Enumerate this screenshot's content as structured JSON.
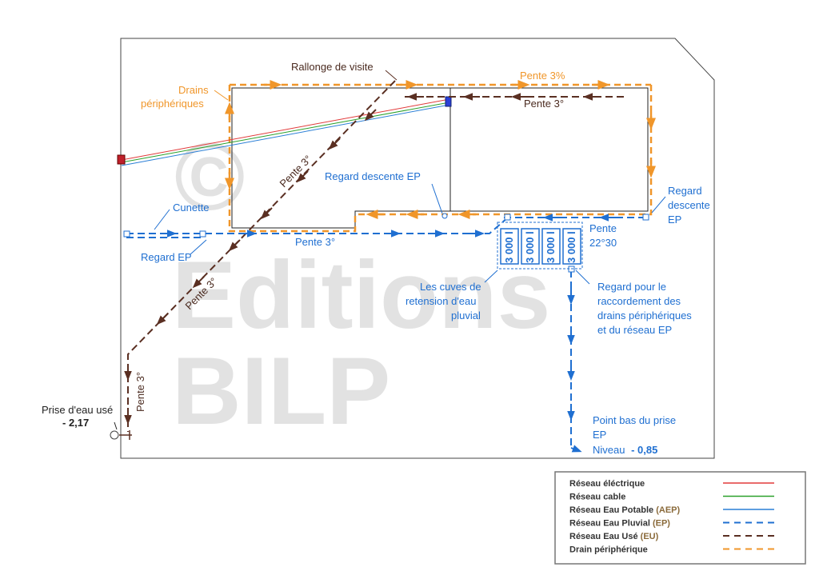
{
  "colors": {
    "electric": "#e23a3a",
    "cable": "#2aa02a",
    "potable": "#2a7fd6",
    "pluvial": "#1f6fd1",
    "used": "#5a2f22",
    "drain": "#f0962a"
  },
  "watermark": {
    "line1": "Editions",
    "line2": "BILP",
    "copyright": "©"
  },
  "labels": {
    "rallonge": "Rallonge de visite",
    "drains_1": "Drains",
    "drains_2": "périphériques",
    "pente3pct": "Pente 3%",
    "pente3deg_top": "Pente 3°",
    "pente3deg_diag1": "Pente 3°",
    "pente3deg_diag2": "Pente 3°",
    "pente3deg_vert": "Pente 3°",
    "pente3deg_ep": "Pente 3°",
    "regard_desc_ep_mid": "Regard descente EP",
    "regard_desc_right_1": "Regard",
    "regard_desc_right_2": "descente",
    "regard_desc_right_3": "EP",
    "cunette": "Cunette",
    "regard_ep": "Regard EP",
    "pente2230_1": "Pente",
    "pente2230_2": "22°30",
    "cuves_1": "Les cuves de",
    "cuves_2": "retension d'eau",
    "cuves_3": "pluvial",
    "regard_racc_1": "Regard pour le",
    "regard_racc_2": "raccordement des",
    "regard_racc_3": "drains périphériques",
    "regard_racc_4": "et du réseau EP",
    "point_bas_1": "Point bas du prise",
    "point_bas_2": "EP",
    "niveau_label": "Niveau",
    "niveau_value": "- 0,85",
    "prise_label": "Prise  d'eau usé",
    "prise_value": "- 2,17",
    "tank_label": "3 000 l"
  },
  "legend": {
    "items": [
      {
        "text": "Réseau éléctrique",
        "sub": "",
        "style": "electric"
      },
      {
        "text": "Réseau cable",
        "sub": "",
        "style": "cable"
      },
      {
        "text": "Réseau Eau Potable ",
        "sub": "(AEP)",
        "style": "potable"
      },
      {
        "text": "Réseau Eau Pluvial ",
        "sub": "(EP)",
        "style": "pluvial"
      },
      {
        "text": "Réseau Eau Usé ",
        "sub": "(EU)",
        "style": "used"
      },
      {
        "text": "Drain périphérique",
        "sub": "",
        "style": "drain"
      }
    ]
  }
}
